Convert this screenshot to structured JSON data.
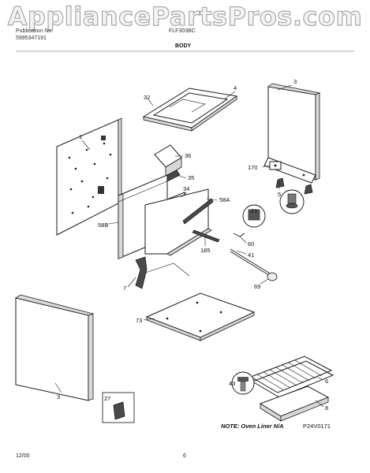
{
  "header": {
    "watermark": "AppliancePartsPros.com",
    "publication_label": "Publication No.",
    "publication_no": "5995347191",
    "model_label": "FLF303BC",
    "section_title": "BODY"
  },
  "callouts": {
    "c3_top": "3",
    "c4": "4",
    "c32": "32",
    "c1": "1",
    "c36": "36",
    "c35": "35",
    "c34": "34",
    "c58A": "58A",
    "c58B": "58B",
    "c170": "170",
    "c5": "5",
    "c21": "21",
    "c60": "60",
    "c41": "41",
    "c185": "185",
    "c7": "7",
    "c69": "69",
    "c73": "73",
    "c3_bottom": "3",
    "c27": "27",
    "c43": "43",
    "c6": "6",
    "c8": "8"
  },
  "note": "NOTE: Oven Liner N/A",
  "drawing_code": "P24V0171",
  "footer": {
    "date": "12/00",
    "page": "6"
  }
}
